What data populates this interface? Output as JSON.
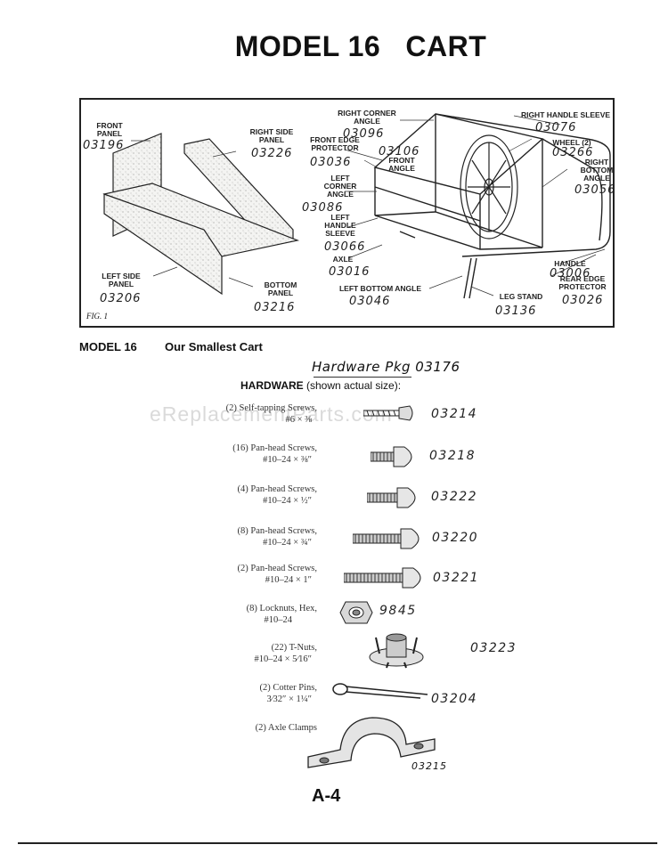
{
  "title": "MODEL 16   CART",
  "figure": {
    "caption": "FIG. 1",
    "parts": {
      "front_panel": {
        "label": "FRONT PANEL",
        "number": "03196"
      },
      "right_side_panel": {
        "label": "RIGHT SIDE PANEL",
        "number": "03226"
      },
      "left_side_panel": {
        "label": "LEFT SIDE PANEL",
        "number": "03206"
      },
      "bottom_panel": {
        "label": "BOTTOM PANEL",
        "number": "03216"
      },
      "right_corner_angle": {
        "label": "RIGHT CORNER ANGLE",
        "number": "03096"
      },
      "front_edge_protector": {
        "label": "FRONT EDGE PROTECTOR",
        "number": "03036"
      },
      "front_angle": {
        "label": "FRONT ANGLE",
        "number": "03106"
      },
      "left_corner_angle": {
        "label": "LEFT CORNER ANGLE",
        "number": "03086"
      },
      "left_handle_sleeve": {
        "label": "LEFT HANDLE SLEEVE",
        "number": "03066"
      },
      "axle": {
        "label": "AXLE",
        "number": "03016"
      },
      "left_bottom_angle": {
        "label": "LEFT BOTTOM ANGLE",
        "number": "03046"
      },
      "right_handle_sleeve": {
        "label": "RIGHT HANDLE SLEEVE",
        "number": "03076"
      },
      "wheel": {
        "label": "WHEEL (2)",
        "number": "03266"
      },
      "right_bottom_angle": {
        "label": "RIGHT BOTTOM ANGLE",
        "number": "03056"
      },
      "handle": {
        "label": "HANDLE",
        "number": "03006"
      },
      "rear_edge_protector": {
        "label": "REAR EDGE PROTECTOR",
        "number": "03026"
      },
      "leg_stand": {
        "label": "LEG STAND",
        "number": "03136"
      }
    }
  },
  "subtitle": {
    "model": "MODEL 16",
    "name": "Our Smallest Cart"
  },
  "hardware_pkg": "Hardware Pkg 03176",
  "hardware_heading": "HARDWARE",
  "hardware_heading_note": "(shown actual size):",
  "watermark": "eReplacementParts.com",
  "hardware": [
    {
      "line1": "(2)  Self-tapping Screws,",
      "line2": "#6 × ⅜",
      "number": "03214"
    },
    {
      "line1": "(16)  Pan-head Screws,",
      "line2": "#10–24 × ⅜″",
      "number": "03218"
    },
    {
      "line1": "(4)  Pan-head Screws,",
      "line2": "#10–24 × ½″",
      "number": "03222"
    },
    {
      "line1": "(8)  Pan-head Screws,",
      "line2": "#10–24 × ¾″",
      "number": "03220"
    },
    {
      "line1": "(2)  Pan-head Screws,",
      "line2": "#10–24 × 1″",
      "number": "03221"
    },
    {
      "line1": "(8)  Locknuts, Hex,",
      "line2": "#10–24",
      "number": "9845"
    },
    {
      "line1": "(22)       T-Nuts,",
      "line2": "#10–24 × 5⁄16″",
      "number": "03223"
    },
    {
      "line1": "(2)  Cotter Pins,",
      "line2": "3⁄32″ × 1¼″",
      "number": "03204"
    },
    {
      "line1": "(2)  Axle Clamps",
      "line2": "",
      "number": "03215"
    }
  ],
  "page_number": "A-4"
}
